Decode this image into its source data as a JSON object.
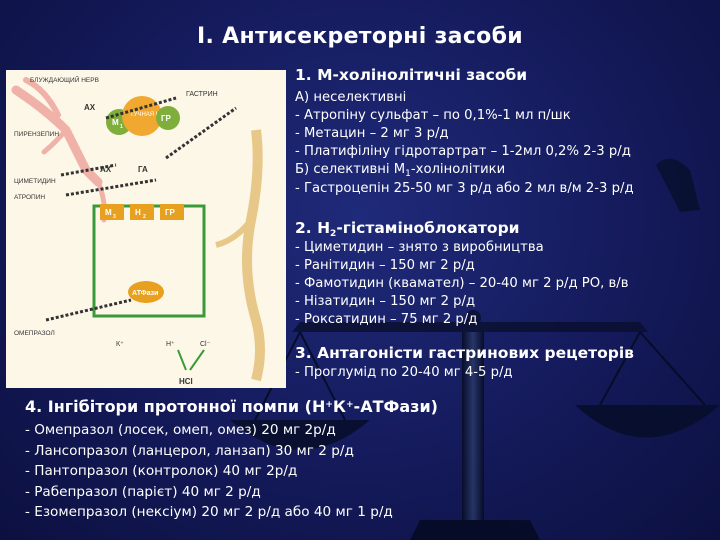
{
  "title": "I. Антисекреторні засоби",
  "diagram": {
    "labels": {
      "vagus": "БЛУЖДАЮЩИЙ НЕРВ",
      "gastrin": "ГАСТРИН",
      "ach_top": "АХ",
      "pirenzepine": "ПИРЕНЗЕПИН",
      "m1": "М",
      "m1_sub": "1",
      "gr_top": "ГР",
      "cell": "ТУЧНАЯ КЛЕТКА",
      "cimetidine": "ЦИМЕТИДИН",
      "atropine": "АТРОПИН",
      "ach_mid": "АХ",
      "ga": "ГА",
      "m3": "М",
      "m3_sub": "3",
      "h2": "Н",
      "h2_sub": "2",
      "gr_mid": "ГР",
      "atpase": "АТФази",
      "omeprazole": "ОМЕПРАЗОЛ",
      "k": "К⁺",
      "h": "Н⁺",
      "cl": "Сl⁻",
      "hcl": "НСl"
    }
  },
  "section1": {
    "heading": "1. М-холінолітичні засоби",
    "lines": [
      "А) неселективні",
      "- Атропіну сульфат – по 0,1%-1 мл п/шк",
      "- Метацин – 2 мг 3 р/д",
      "- Платифіліну гідротартрат – 1-2мл 0,2% 2-3 р/д"
    ],
    "b_pre": "Б) селективні М",
    "b_sub": "1",
    "b_post": "-холінолітики",
    "last": "- Гастроцепін 25-50 мг 3 р/д або 2 мл в/м 2-3 р/д"
  },
  "section2": {
    "heading_pre": "2. Н",
    "heading_sub": "2",
    "heading_post": "-гістаміноблокатори",
    "lines": [
      "- Циметидин – знято з виробництва",
      "- Ранітидин – 150 мг 2 р/д",
      "- Фамотидин (квамател) – 20-40 мг 2 р/д РО, в/в",
      "- Нізатидин – 150 мг 2 р/д",
      "- Роксатидин – 75 мг 2 р/д"
    ]
  },
  "section3": {
    "heading": "3. Антагоністи гастринових рецеторів",
    "lines": [
      "- Проглумід по 20-40 мг 4-5 р/д"
    ]
  },
  "section4": {
    "heading_pre": "4. Інгібітори протонної помпи (Н",
    "heading_sup1": "+",
    "heading_mid": "К",
    "heading_sup2": "+",
    "heading_post": "-АТФази)",
    "lines": [
      "- Омепразол (лосек, омеп, омез) 20 мг 2р/д",
      "- Лансопразол (ланцерол, ланзап) 30 мг 2 р/д",
      "- Пантопразол (контролок) 40 мг 2р/д",
      "- Рабепразол (парієт) 40 мг 2 р/д",
      "- Езомепразол (нексіум) 20 мг 2 р/д або 40 мг 1 р/д"
    ]
  }
}
